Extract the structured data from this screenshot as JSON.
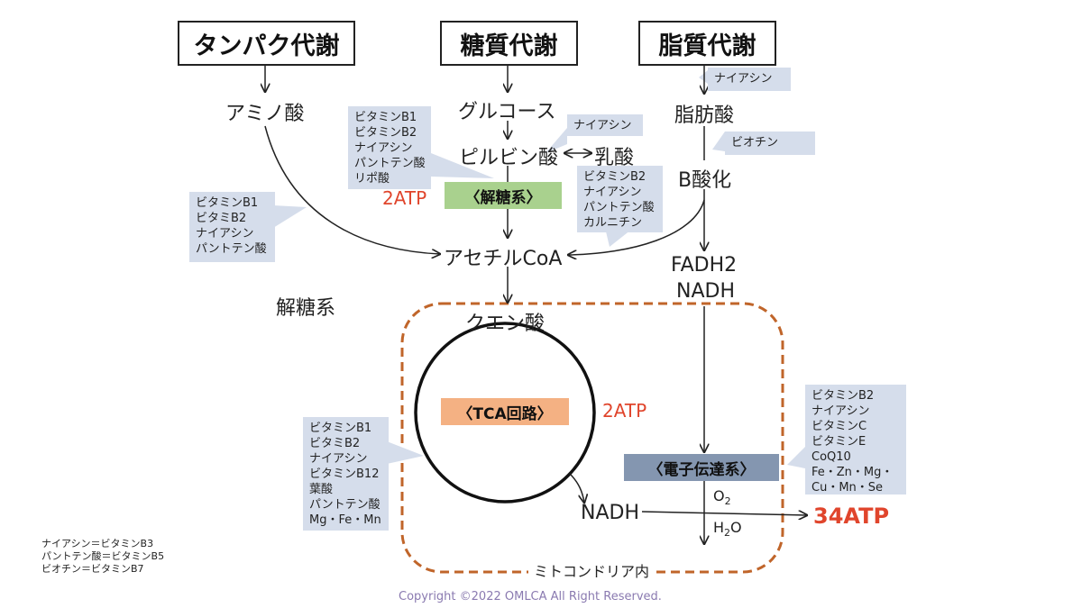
{
  "headers": {
    "protein": "タンパク代謝",
    "sugar": "糖質代謝",
    "lipid": "脂質代謝"
  },
  "nodes": {
    "amino_acid": "アミノ酸",
    "glucose": "グルコース",
    "pyruvate": "ピルビン酸",
    "lactate": "乳酸",
    "fatty_acid": "脂肪酸",
    "beta_oxidation": "B酸化",
    "acetyl_coa": "アセチルCoA",
    "fadh2": "FADH2",
    "nadh_top": "NADH",
    "glycolysis_text": "解糖系",
    "citrate": "クエン酸",
    "nadh_bottom": "NADH",
    "o2_base": "O",
    "o2_sub": "2",
    "h2o_h": "H",
    "h2o_sub": "2",
    "h2o_o": "O",
    "mito_label": "ミトコンドリア内"
  },
  "bars": {
    "glycolysis": "〈解糖系〉",
    "tca": "〈TCA回路〉",
    "etc": "〈電子伝達系〉"
  },
  "atp": {
    "glycolysis": "2ATP",
    "tca": "2ATP",
    "etc": "34ATP"
  },
  "callouts": {
    "pyruvate_vitamins": [
      "ビタミンB1",
      "ビタミンB2",
      "ナイアシン",
      "パントテン酸",
      "リポ酸"
    ],
    "lactate_vitamins": [
      "ナイアシン"
    ],
    "fatty_niacin": [
      "ナイアシン"
    ],
    "biotin": [
      "ビオチン"
    ],
    "beta_ox_vitamins": [
      "ビタミンB2",
      "ナイアシン",
      "パントテン酸",
      "カルニチン"
    ],
    "amino_vitamins": [
      "ビタミンB1",
      "ビタミB2",
      "ナイアシン",
      "パントテン酸"
    ],
    "tca_vitamins": [
      "ビタミンB1",
      "ビタミB2",
      "ナイアシン",
      "ビタミンB12",
      "葉酸",
      "パントテン酸",
      "Mg・Fe・Mn"
    ],
    "etc_vitamins": [
      "ビタミンB2",
      "ナイアシン",
      "ビタミンC",
      "ビタミンE",
      "CoQ10",
      "Fe・Zn・Mg・",
      "Cu・Mn・Se"
    ]
  },
  "legend": [
    "ナイアシン＝ビタミンB3",
    "パントテン酸＝ビタミンB5",
    "ビオチン＝ビタミンB7"
  ],
  "copyright": "Copyright ©2022 OMLCA All Right Reserved.",
  "colors": {
    "atp": "#e0452c",
    "glycolysis_bar": "#a9d18e",
    "tca_bar": "#f4b183",
    "etc_bar": "#8496b0",
    "callout": "#d5ddeb",
    "mito_border": "#c0652a",
    "copyright": "#8a7ab0"
  }
}
